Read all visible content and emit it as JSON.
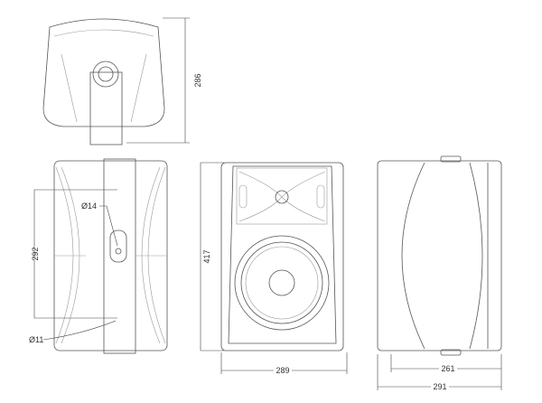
{
  "dimensions": {
    "top_height": "286",
    "mount_hole_dia": "Ø14",
    "hole_spacing": "292",
    "screw_hole_dia": "Ø11",
    "front_height": "417",
    "front_width": "289",
    "side_depth_body": "261",
    "side_depth_total": "291"
  }
}
